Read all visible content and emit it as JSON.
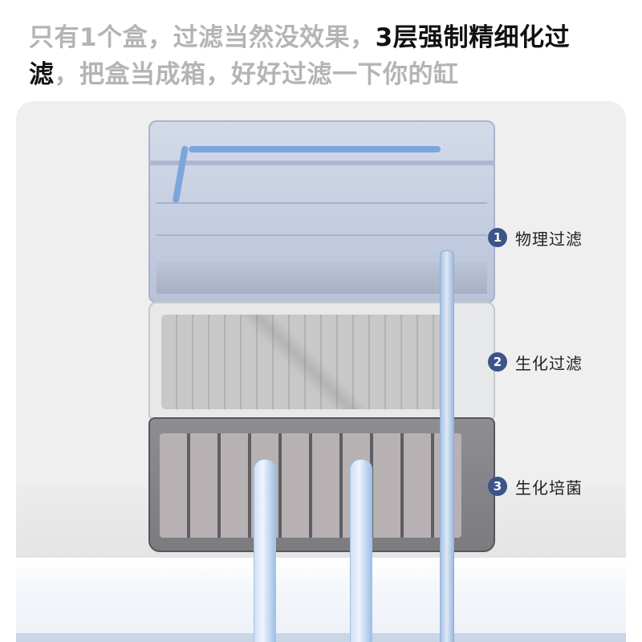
{
  "headline": {
    "line1_gray": "只有1个盒，过滤当然没效果，",
    "line1_bold": "3层强制精细化过",
    "line2_bold": "滤",
    "line2_gray": "，把盒当成箱，好好过滤一下你的缸"
  },
  "colors": {
    "headline_gray": "#b4b4b4",
    "headline_emphasis": "#111111",
    "badge_blue": "#3c5488",
    "panel_bg": "#efefef"
  },
  "layers": [
    {
      "number": "1",
      "label": "物理过滤",
      "icon": "numbered-circle-1"
    },
    {
      "number": "2",
      "label": "生化过滤",
      "icon": "numbered-circle-2"
    },
    {
      "number": "3",
      "label": "生化培菌",
      "icon": "numbered-circle-3"
    }
  ]
}
